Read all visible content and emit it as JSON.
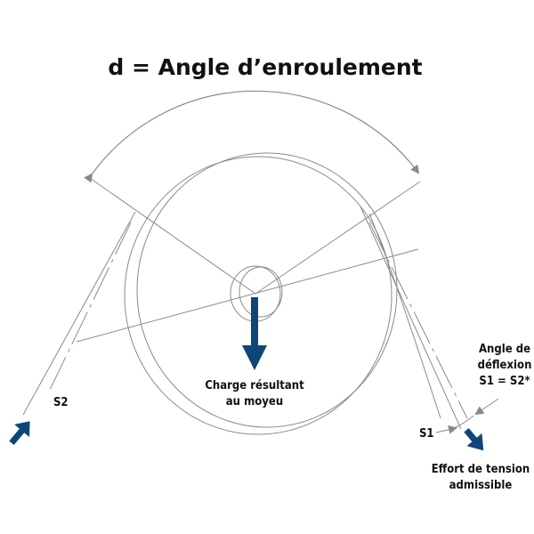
{
  "title": "d = Angle d’enroulement",
  "labels": {
    "hub_load_line1": "Charge résultant",
    "hub_load_line2": "au moyeu",
    "s2": "S2",
    "s1": "S1",
    "deflection_line1": "Angle de",
    "deflection_line2": "déflexion",
    "deflection_line3": "S1 = S2*",
    "tension_line1": "Effort de tension",
    "tension_line2": "admissible"
  },
  "colors": {
    "arrow": "#0d4677",
    "line": "#8a8a8a",
    "text": "#111111"
  }
}
